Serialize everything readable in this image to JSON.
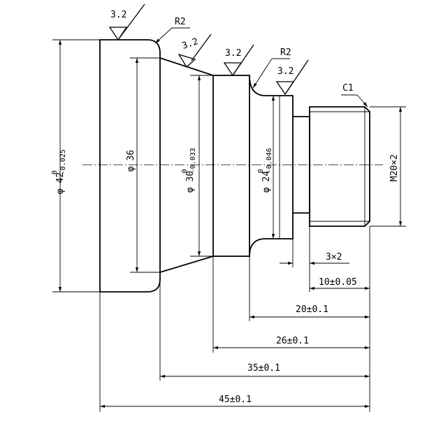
{
  "surface_finish": {
    "value": "3.2"
  },
  "fillet": {
    "label": "R2"
  },
  "chamfer": {
    "label": "C1"
  },
  "diameters": {
    "d42": {
      "symbol": "φ",
      "nominal": "42",
      "upper": "0",
      "lower": "-0.025"
    },
    "d36": {
      "symbol": "φ",
      "nominal": "36"
    },
    "d30": {
      "symbol": "φ",
      "nominal": "30",
      "upper": "0",
      "lower": "-0.033"
    },
    "d24": {
      "symbol": "φ",
      "nominal": "24",
      "upper": "0",
      "lower": "-0.046"
    }
  },
  "thread": {
    "label": "M20×2"
  },
  "groove": {
    "label": "3×2"
  },
  "lengths": {
    "l10": "10±0.05",
    "l20": "20±0.1",
    "l26": "26±0.1",
    "l35": "35±0.1",
    "l45": "45±0.1"
  }
}
